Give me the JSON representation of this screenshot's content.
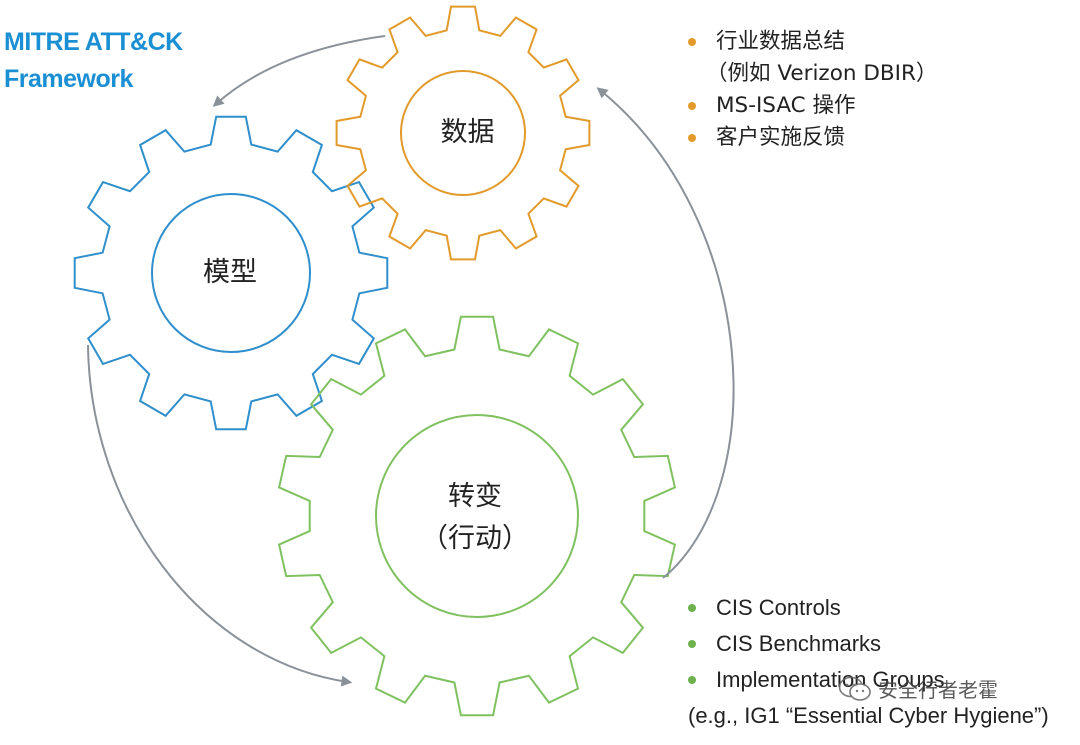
{
  "framework": {
    "line1": "MITRE ATT&CK",
    "line2": "Framework",
    "color": "#1b8fd3"
  },
  "gears": {
    "data": {
      "label": "数据",
      "color": "#e29a2a"
    },
    "model": {
      "label": "模型",
      "color": "#2f8fcc"
    },
    "action": {
      "label_line1": "转变",
      "label_line2": "（行动）",
      "color": "#7fc15f"
    }
  },
  "data_list": {
    "items": [
      {
        "line1": "行业数据总结",
        "line2": "（例如 Verizon DBIR）"
      },
      {
        "line1": "MS-ISAC 操作"
      },
      {
        "line1": "客户实施反馈"
      }
    ],
    "bullet_color": "#e29a2a"
  },
  "action_list": {
    "items": [
      {
        "line1": "CIS Controls"
      },
      {
        "line1": "CIS Benchmarks"
      },
      {
        "line1": "Implementation Groups",
        "line2": "(e.g., IG1 “Essential Cyber Hygiene”)"
      }
    ],
    "bullet_color": "#6db24d"
  },
  "arrows": {
    "color": "#8a9199"
  },
  "watermark": {
    "text": "安全行者老霍",
    "icon": "wechat-icon"
  }
}
